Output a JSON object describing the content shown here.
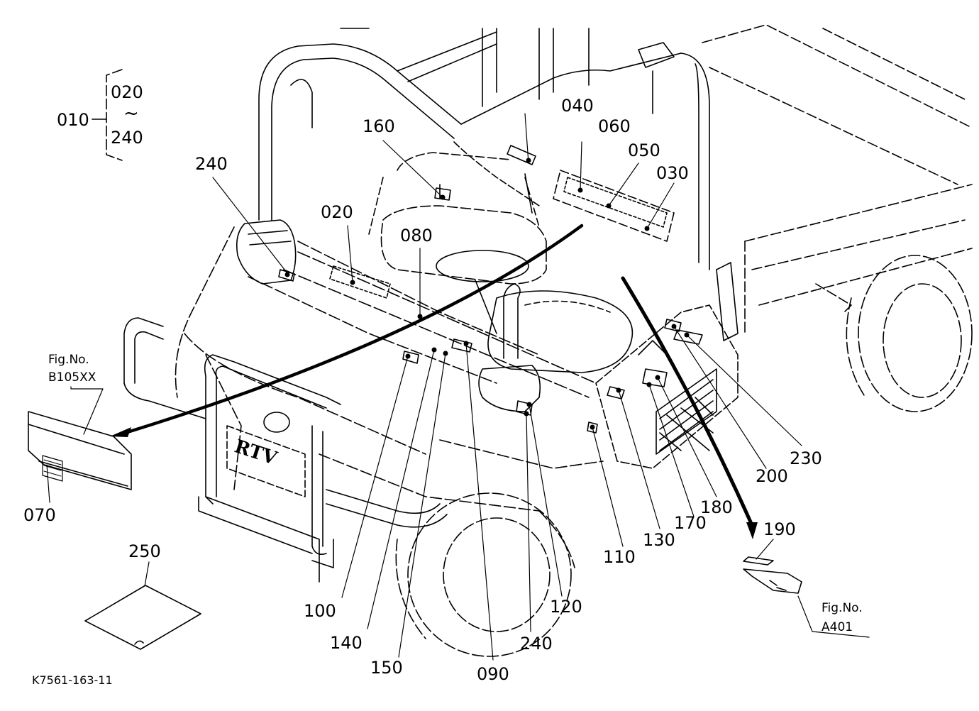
{
  "diagram": {
    "drawing_code": "K7561-163-11",
    "group": {
      "main": "010",
      "range_start": "020",
      "range_sep": "~",
      "range_end": "240"
    },
    "figure_refs": [
      {
        "label": "Fig.No.",
        "code": "B105XX"
      },
      {
        "label": "Fig.No.",
        "code": "A401"
      }
    ],
    "emblem_text": "RTV",
    "callouts": [
      "020",
      "030",
      "040",
      "050",
      "060",
      "070",
      "080",
      "090",
      "100",
      "110",
      "120",
      "130",
      "140",
      "150",
      "160",
      "170",
      "180",
      "190",
      "200",
      "230",
      "240",
      "240",
      "250"
    ]
  }
}
